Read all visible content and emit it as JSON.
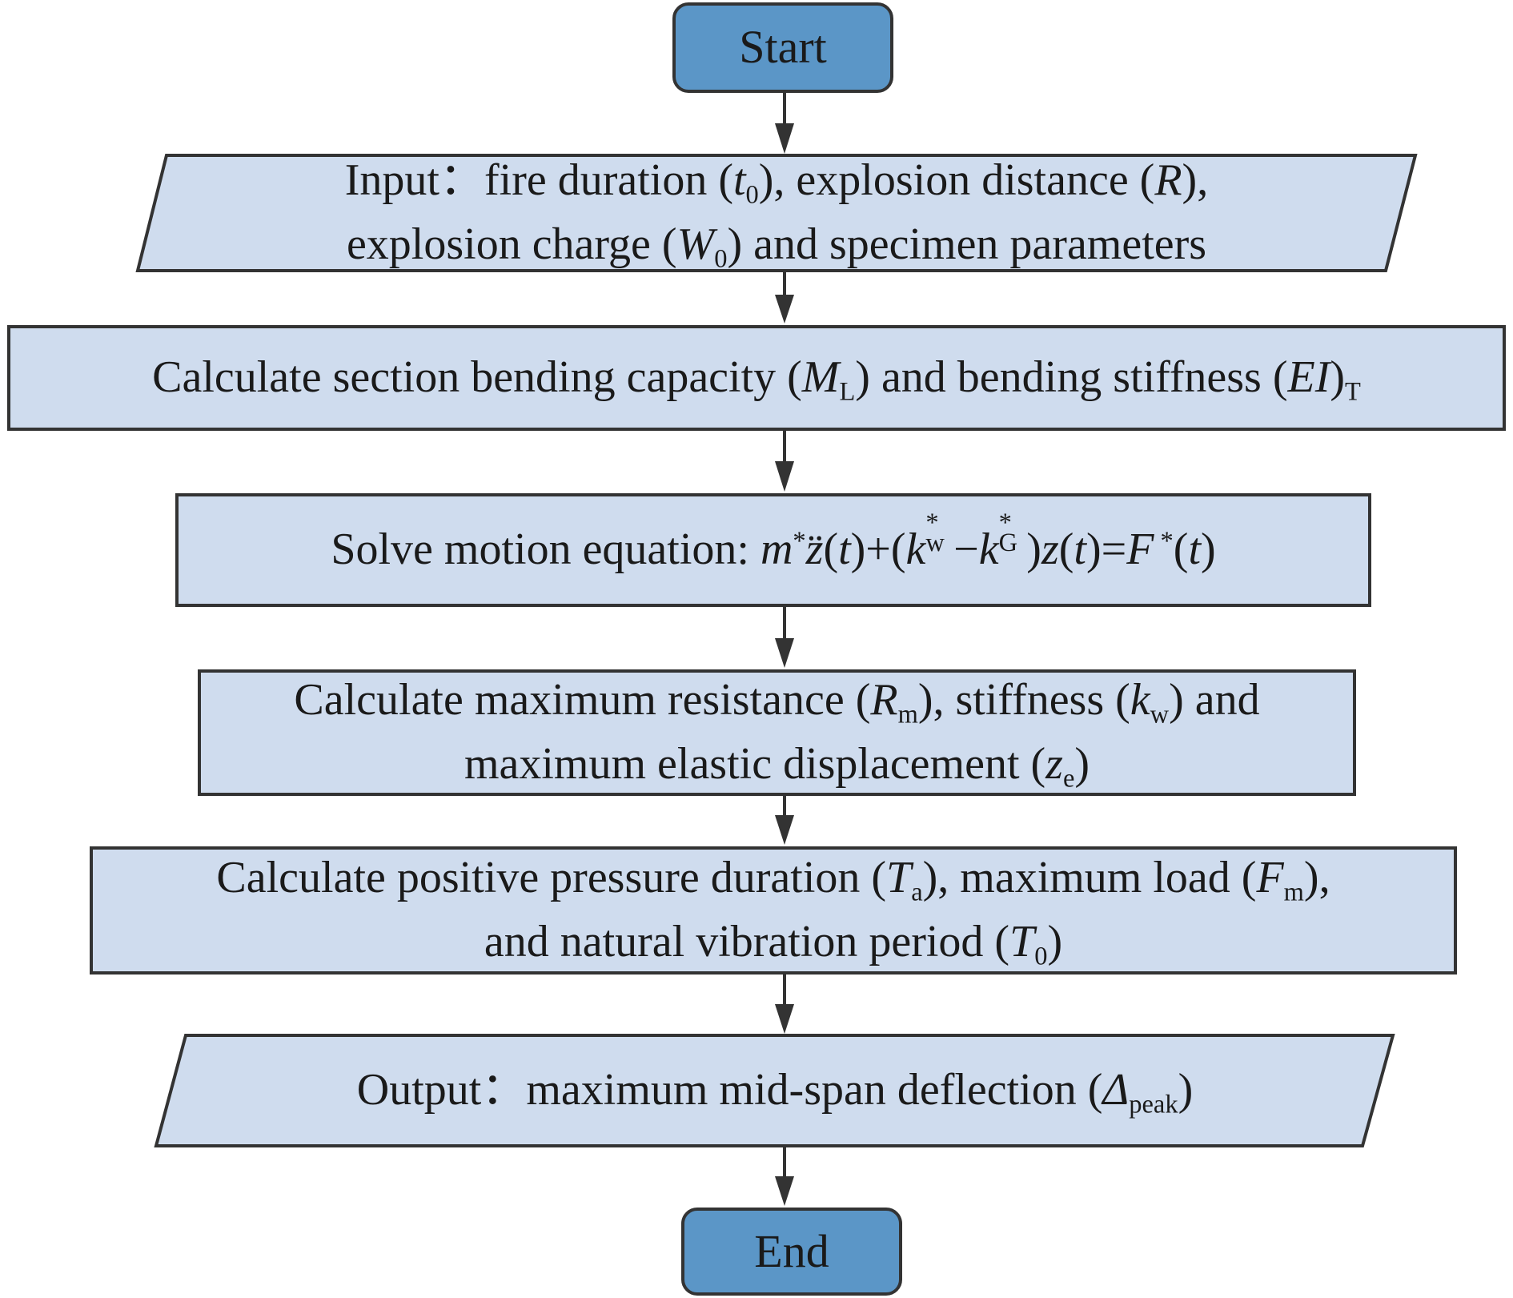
{
  "colors": {
    "box_fill": "#cfdcee",
    "terminal_fill": "#5b96c7",
    "stroke": "#333333"
  },
  "nodes": {
    "start": "Start",
    "input": {
      "label": "Input：",
      "l1_a": "fire duration (",
      "l1_t": "t",
      "l1_t_sub": "0",
      "l1_b": "), explosion distance (",
      "l1_R": "R",
      "l1_c": "),",
      "l2_a": "explosion charge (",
      "l2_W": "W",
      "l2_W_sub": "0",
      "l2_b": ") and specimen parameters"
    },
    "calc_section": {
      "a": "Calculate section bending capacity (",
      "M": "M",
      "M_sub": "L",
      "b": ") and bending stiffness (",
      "EI": "EI",
      "c": ")",
      "T_sub": "T"
    },
    "solve": {
      "a": "Solve motion equation: ",
      "m": "m",
      "star1": "*",
      "zdd": "z̈",
      "p1": "(",
      "t1": "t",
      "p2": ")+(",
      "k1": "k",
      "k1_sup": "*",
      "k1_sub": "w",
      "minus": "−",
      "k2": "k",
      "k2_sup": "*",
      "k2_sub": "G",
      "p3": ")",
      "z": "z",
      "p4": "(",
      "t2": "t",
      "p5": ")=",
      "F": "F",
      "star2": " *",
      "p6": "(",
      "t3": "t",
      "p7": ")"
    },
    "calc_resist": {
      "l1_a": "Calculate maximum resistance (",
      "R": "R",
      "R_sub": "m",
      "l1_b": "), stiffness (",
      "k": "k",
      "k_sub": "w",
      "l1_c": ") and",
      "l2_a": "maximum elastic displacement (",
      "z": "z",
      "z_sub": "e",
      "l2_b": ")"
    },
    "calc_pressure": {
      "l1_a": "Calculate positive pressure duration (",
      "T": "T",
      "T_sub": "a",
      "l1_b": "), maximum load (",
      "F": "F",
      "F_sub": "m",
      "l1_c": "),",
      "l2_a": "and natural vibration period (",
      "T0": "T",
      "T0_sub": "0",
      "l2_b": ")"
    },
    "output": {
      "label": "Output：",
      "a": "maximum mid-span deflection (",
      "delta": "Δ",
      "delta_sub": "peak",
      "b": ")"
    },
    "end": "End"
  }
}
